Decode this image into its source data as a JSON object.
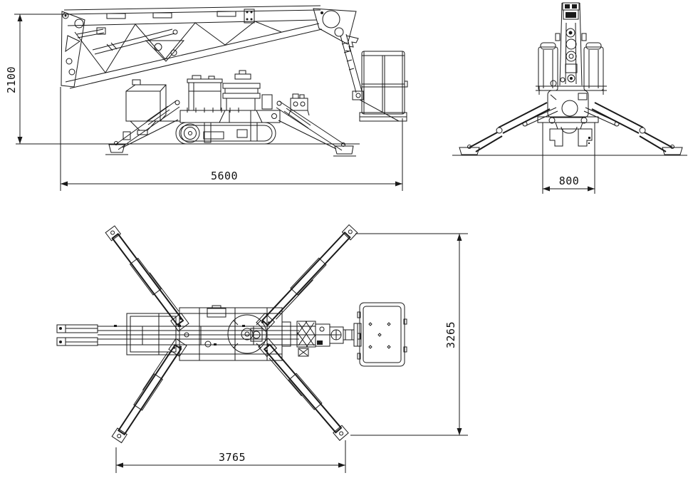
{
  "drawing": {
    "type": "technical-orthographic-drawing",
    "subject": "tracked spider boom lift (stowed, outriggers deployed)",
    "colors": {
      "line": "#1a1a1a",
      "background": "#ffffff",
      "text": "#111111"
    }
  },
  "dimensions": {
    "side_height": "2100",
    "side_length": "5600",
    "front_track_width": "800",
    "top_overall_width": "3265",
    "top_outrigger_spread": "3765"
  }
}
